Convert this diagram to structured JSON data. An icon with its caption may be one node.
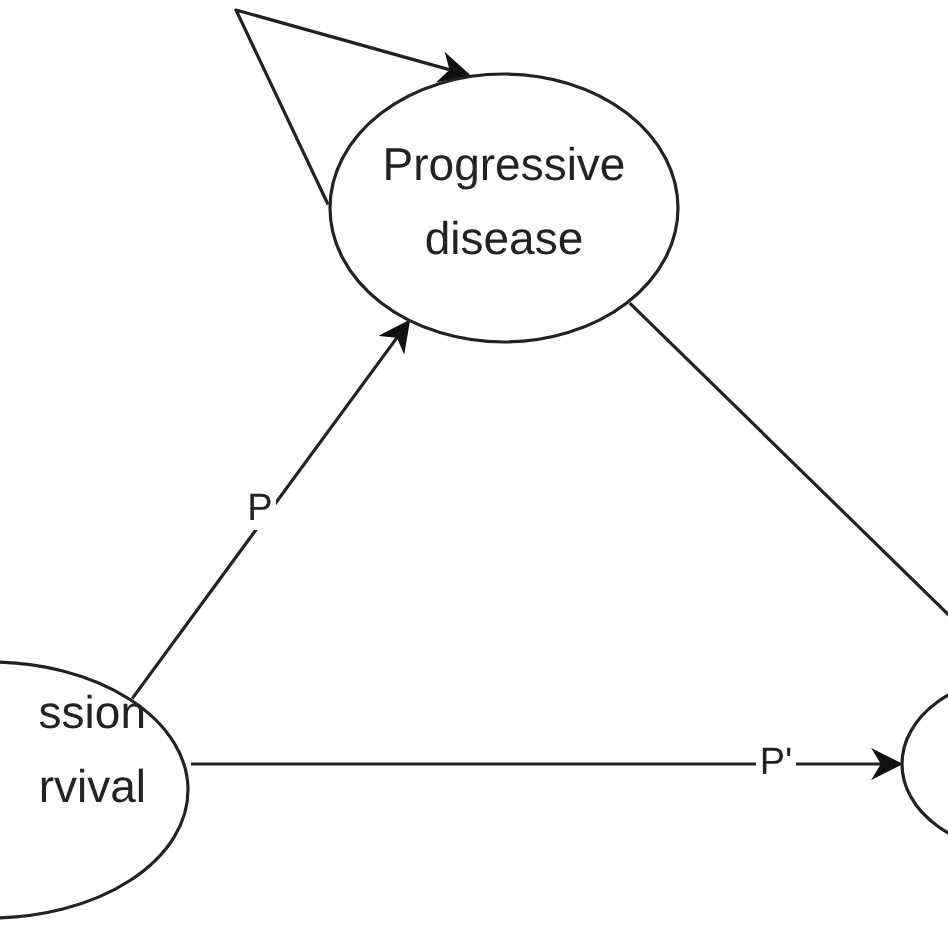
{
  "diagram": {
    "nodes": [
      {
        "text": [
          "Progressive disease"
        ]
      },
      {
        "text": [
          "ssion rvival"
        ]
      },
      {
        "text": [],
        "shape": "ellipse"
      }
    ],
    "edges": [
      {
        "from": 0,
        "to": 0,
        "arrow": "to"
      },
      {
        "from": 1,
        "to": 0,
        "arrow": "to",
        "label": "P"
      },
      {
        "from": 1,
        "to": 2,
        "arrow": "to",
        "label": "P'"
      },
      {
        "from": 0,
        "to": 2,
        "arrow": "none"
      }
    ]
  }
}
